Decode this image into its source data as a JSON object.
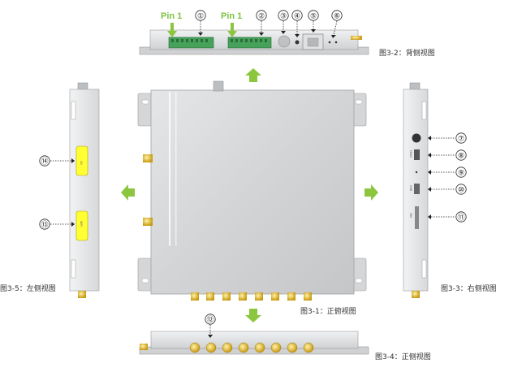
{
  "pin_labels": [
    "Pin 1",
    "Pin 1"
  ],
  "callouts": [
    "①",
    "②",
    "③",
    "④",
    "⑤",
    "⑥",
    "⑦",
    "⑧",
    "⑨",
    "⑩",
    "⑪",
    "⑫",
    "⑬",
    "⑭"
  ],
  "captions": {
    "back": "图3-2：背侧视图",
    "top": "图3-1：正俯视图",
    "right": "图3-3：右侧视图",
    "left": "图3-5：左侧视图",
    "front": "图3-4：正侧视图"
  },
  "port_labels": {
    "hdmi": "HDMI",
    "usb": "USB",
    "sim": "SIM",
    "ant_4g": "4G",
    "ant_wifi": "WIFI"
  },
  "colors": {
    "arrow": "#8cc63f",
    "connector": "#46a15a",
    "antenna": "#e5c12a",
    "body": "#d4d6d8",
    "highlight": "#ffff33"
  }
}
